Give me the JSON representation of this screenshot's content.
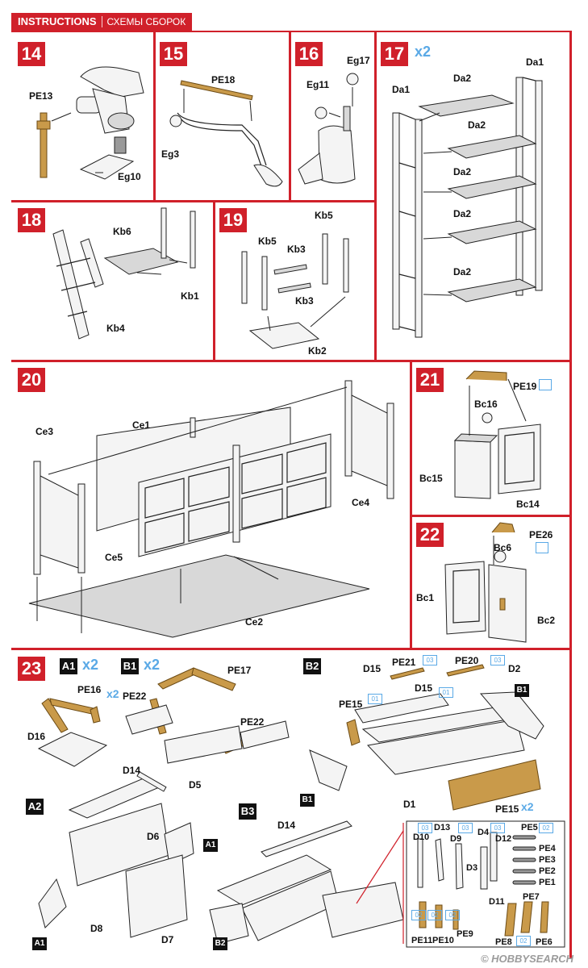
{
  "header": {
    "title_en": "INSTRUCTIONS",
    "title_ru": "СХЕМЫ СБОРОК"
  },
  "steps": {
    "s14": {
      "num": "14",
      "labels": [
        "PE13",
        "Eg10"
      ]
    },
    "s15": {
      "num": "15",
      "labels": [
        "PE18",
        "Eg3"
      ]
    },
    "s16": {
      "num": "16",
      "labels": [
        "Eg17",
        "Eg11"
      ]
    },
    "s17": {
      "num": "17",
      "mult": "x2",
      "labels": [
        "Da1",
        "Da2",
        "Da1",
        "Da2",
        "Da2",
        "Da2",
        "Da2"
      ]
    },
    "s18": {
      "num": "18",
      "labels": [
        "Kb6",
        "Kb1",
        "Kb4"
      ]
    },
    "s19": {
      "num": "19",
      "labels": [
        "Kb5",
        "Kb5",
        "Kb3",
        "Kb3",
        "Kb2"
      ]
    },
    "s20": {
      "num": "20",
      "labels": [
        "Ce1",
        "Ce3",
        "Ce4",
        "Ce5",
        "Ce2"
      ]
    },
    "s21": {
      "num": "21",
      "labels": [
        "PE19",
        "Bc16",
        "Bc15",
        "Bc14"
      ]
    },
    "s22": {
      "num": "22",
      "labels": [
        "PE26",
        "Bc6",
        "Bc1",
        "Bc2"
      ]
    },
    "s23": {
      "num": "23",
      "subs": {
        "A1": "A1",
        "B1": "B1",
        "B2": "B2",
        "A2": "A2",
        "B3": "B3"
      },
      "mult": "x2",
      "labels_a1": [
        "PE16",
        "D16"
      ],
      "labels_b1": [
        "PE17",
        "PE22",
        "PE22",
        "D5"
      ],
      "labels_b2": [
        "D15",
        "PE21",
        "PE20",
        "D2",
        "D15",
        "PE15",
        "D1",
        "PE15"
      ],
      "labels_a2": [
        "D14",
        "D6",
        "D8",
        "D7"
      ],
      "labels_b3": [
        "D14"
      ],
      "tools": [
        "D10",
        "D13",
        "D9",
        "D3",
        "D4",
        "D12",
        "PE5",
        "PE4",
        "PE3",
        "PE2",
        "PE1",
        "D11",
        "PE7",
        "PE11",
        "PE10",
        "PE9",
        "PE8",
        "PE6"
      ],
      "qty": [
        "03",
        "02",
        "01"
      ]
    }
  },
  "watermark": "© HOBBYSEARCH"
}
